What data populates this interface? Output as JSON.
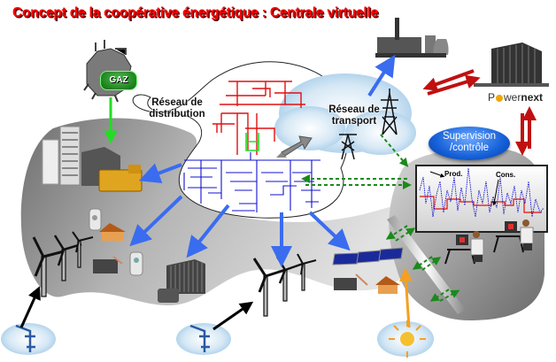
{
  "title": "Concept de la coopérative énergétique : Centrale virtuelle",
  "labels": {
    "distribution_line1": "Réseau de",
    "distribution_line2": "distribution",
    "transport_line1": "Réseau de",
    "transport_line2": "transport",
    "supervision_line1": "Supervision",
    "supervision_line2": "/contrôle",
    "gaz": "GAZ",
    "powernext_p": "P",
    "powernext_wer": "wer",
    "powernext_next": "next",
    "prod": "Prod.",
    "cons": "Cons."
  },
  "colors": {
    "title": "#ff0000",
    "blue_arrow": "#3a6cf0",
    "red_arrow": "#c01010",
    "green_arrow": "#1a8a1a",
    "gas_arrow": "#22dd22",
    "orange_arrow": "#f5a020",
    "gray_region": "#8c8c8c",
    "supervision": "#1560d8"
  },
  "icons": [
    "gas-plant-icon",
    "power-plant-icon",
    "powernext-building-icon",
    "pylon-icon",
    "office-building-icon",
    "generator-icon",
    "fuel-cell-icon",
    "house-icon",
    "wind-turbine-icon",
    "chp-unit-icon",
    "factory-icon",
    "solar-panel-icon",
    "wind-forecast-cloud-icon",
    "sun-forecast-cloud-icon",
    "operator-workstation-icon",
    "monitor-chart-icon"
  ]
}
